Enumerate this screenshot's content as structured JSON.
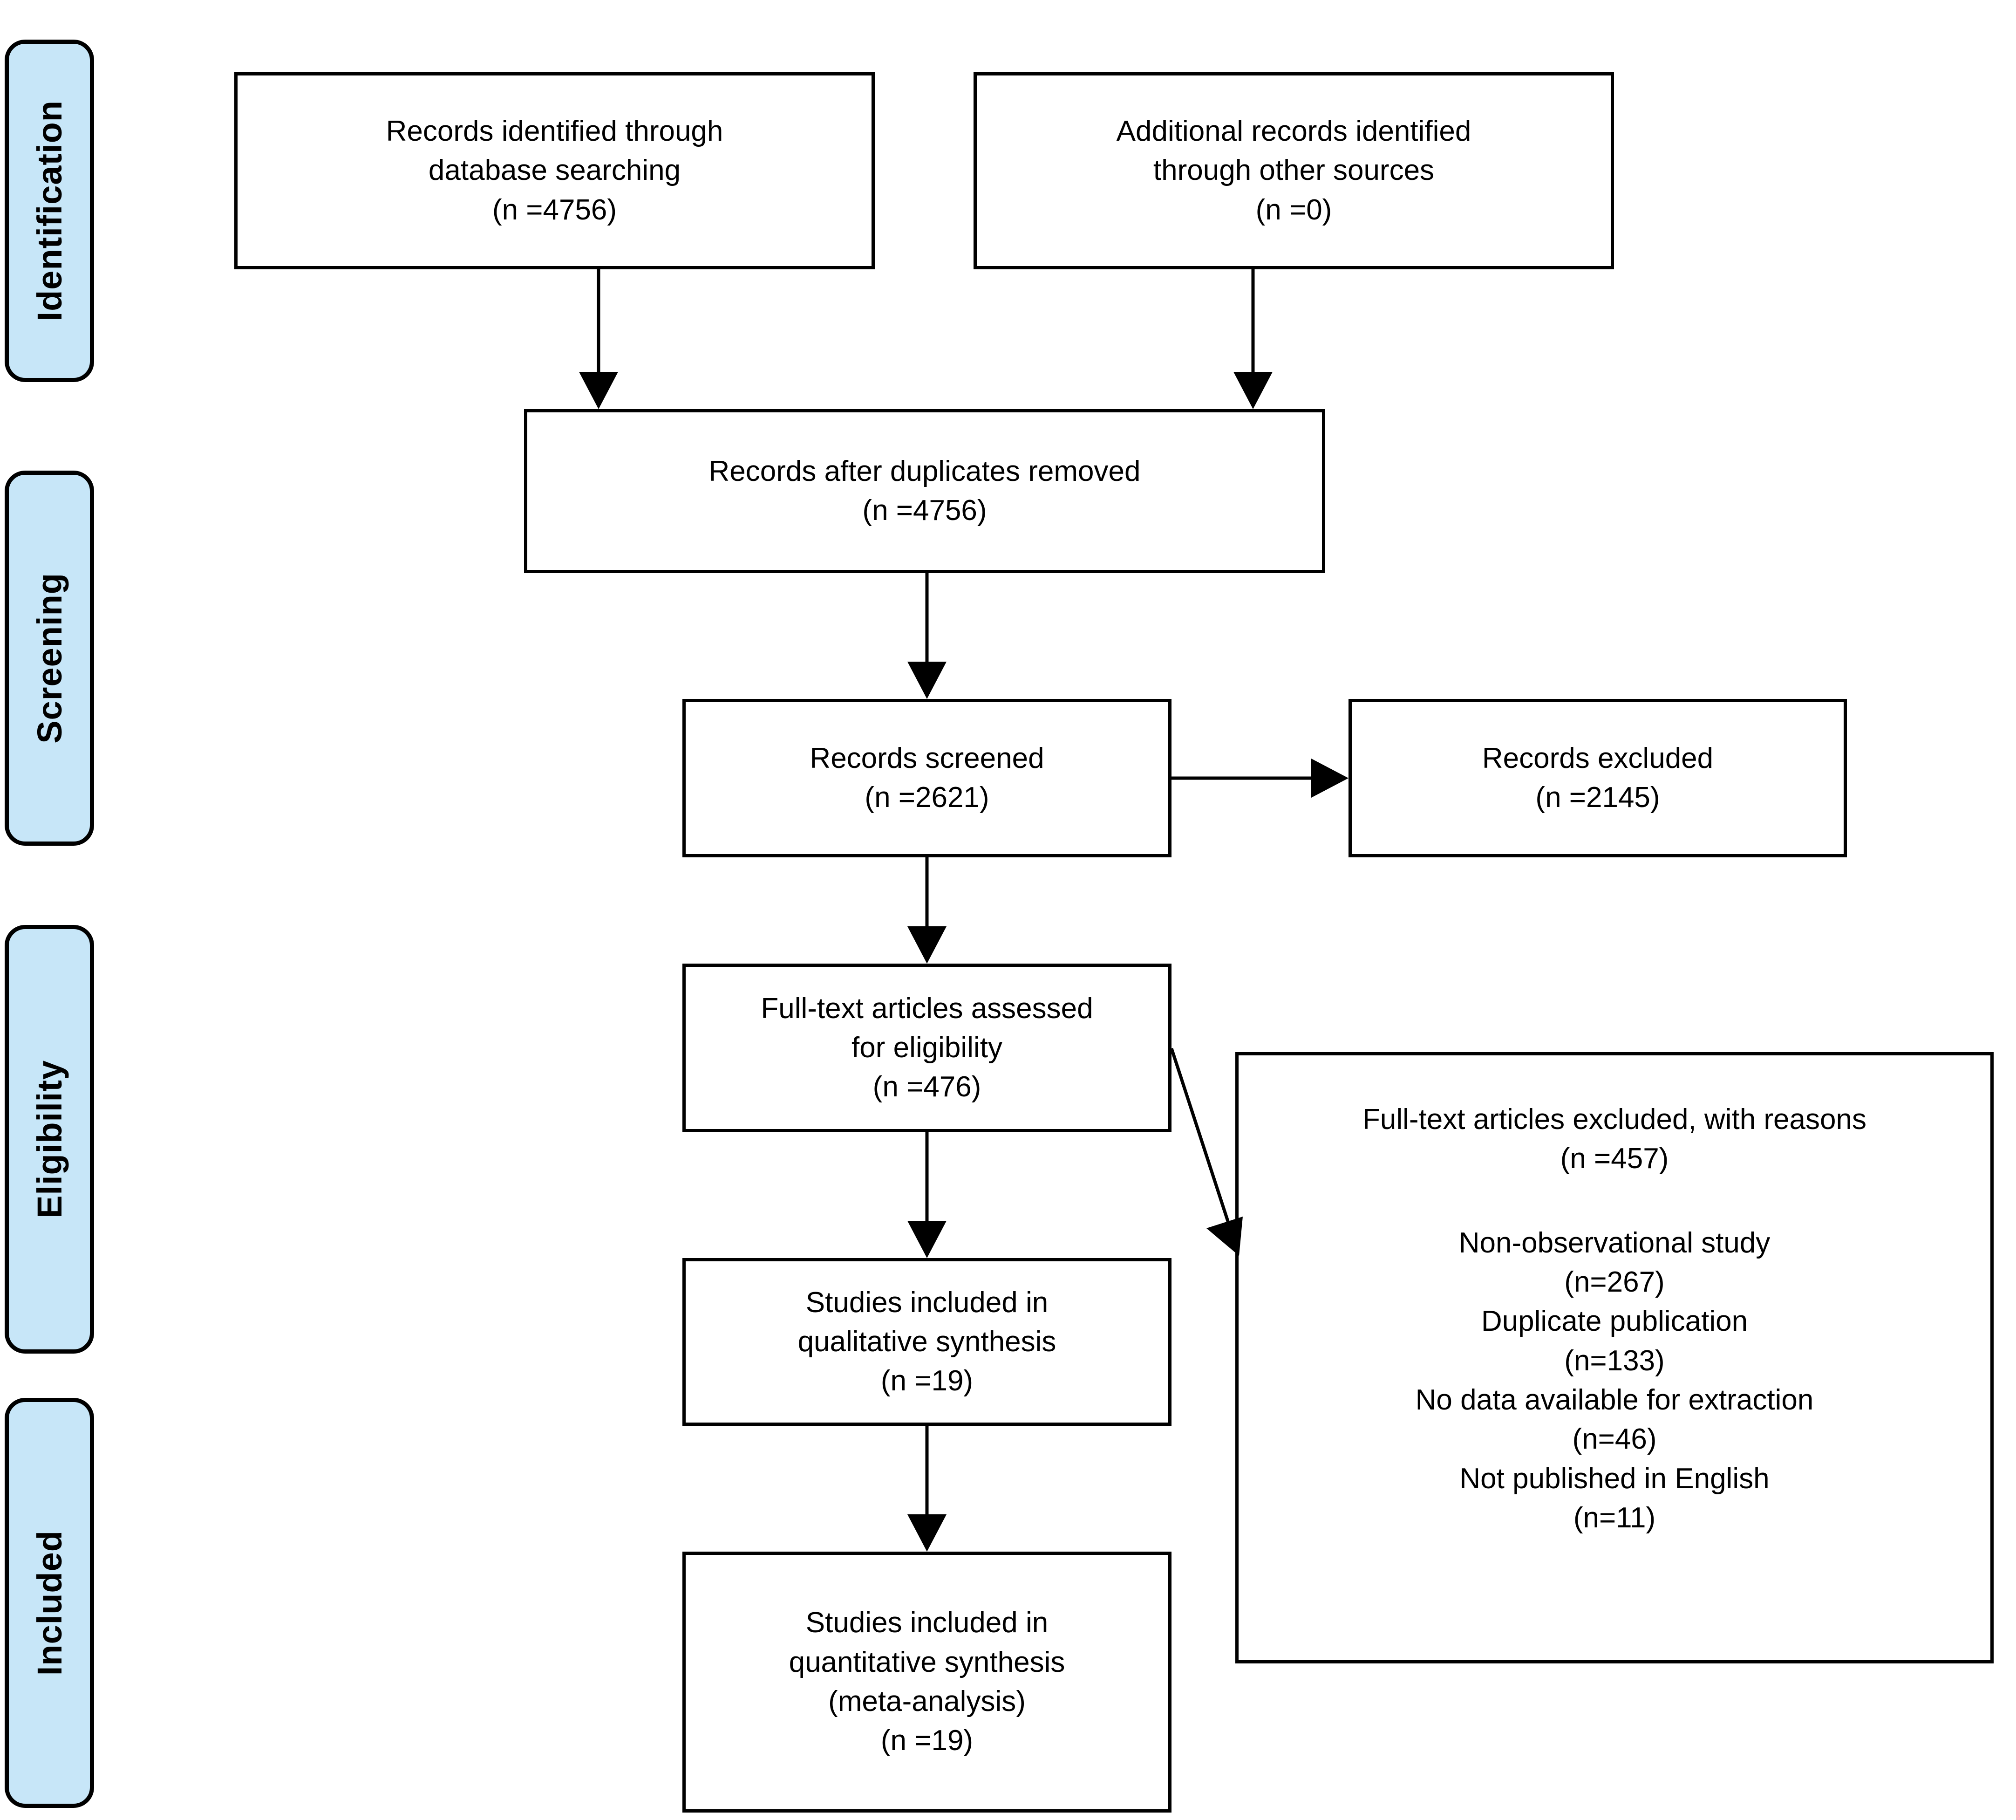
{
  "diagram": {
    "type": "prisma-flow-diagram",
    "accent_color": "#c7e6f8",
    "line_color": "#000000",
    "background_color": "#ffffff"
  },
  "stages": [
    {
      "label": "Identification"
    },
    {
      "label": "Screening"
    },
    {
      "label": "Eligibility"
    },
    {
      "label": "Included"
    }
  ],
  "boxes": {
    "records_identified": {
      "line1": "Records identified through",
      "line2": "database searching",
      "line3": "(n =4756)"
    },
    "additional_records": {
      "line1": "Additional records identified",
      "line2": "through other sources",
      "line3": "(n =0)"
    },
    "after_duplicates": {
      "line1": "Records after duplicates removed",
      "line2": "(n =4756)"
    },
    "records_screened": {
      "line1": "Records screened",
      "line2": "(n =2621)"
    },
    "records_excluded": {
      "line1": "Records excluded",
      "line2": "(n =2145)"
    },
    "fulltext_assessed": {
      "line1": "Full-text articles assessed",
      "line2": "for eligibility",
      "line3": "(n =476)"
    },
    "fulltext_excluded": {
      "line1": "Full-text articles excluded, with reasons",
      "line2": "(n =457)",
      "reasons": [
        {
          "label": "Non-observational study",
          "count": "(n=267)"
        },
        {
          "label": "Duplicate publication",
          "count": "(n=133)"
        },
        {
          "label": "No data available for extraction",
          "count": "(n=46)"
        },
        {
          "label": "Not published in English",
          "count": "(n=11)"
        }
      ]
    },
    "qualitative_synthesis": {
      "line1": "Studies included in",
      "line2": "qualitative synthesis",
      "line3": "(n =19)"
    },
    "quantitative_synthesis": {
      "line1": "Studies included in",
      "line2": "quantitative synthesis",
      "line3": "(meta-analysis)",
      "line4": "(n =19)"
    }
  },
  "chart_data": {
    "type": "table",
    "title": "PRISMA study selection flow",
    "categories": [
      "Records identified through database searching",
      "Additional records identified through other sources",
      "Records after duplicates removed",
      "Records screened",
      "Records excluded",
      "Full-text articles assessed for eligibility",
      "Full-text articles excluded, with reasons",
      "Non-observational study",
      "Duplicate publication",
      "No data available for extraction",
      "Not published in English",
      "Studies included in qualitative synthesis",
      "Studies included in quantitative synthesis (meta-analysis)"
    ],
    "values": [
      4756,
      0,
      4756,
      2621,
      2145,
      476,
      457,
      267,
      133,
      46,
      11,
      19,
      19
    ]
  }
}
